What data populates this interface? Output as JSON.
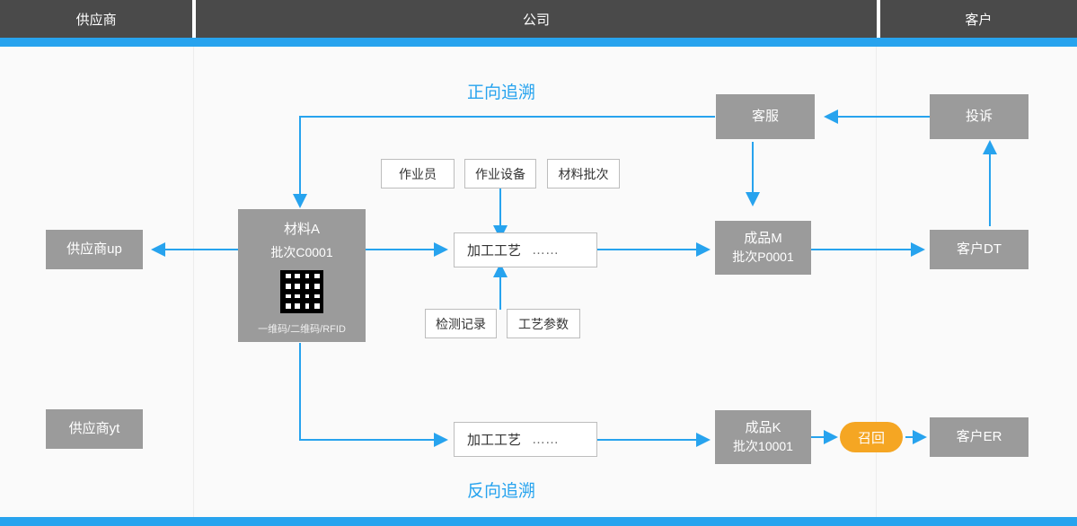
{
  "header": {
    "lanes": [
      {
        "label": "供应商"
      },
      {
        "label": "公司"
      },
      {
        "label": "客户"
      }
    ]
  },
  "captions": {
    "forward": "正向追溯",
    "reverse": "反向追溯"
  },
  "colors": {
    "accent_blue": "#27a3ee",
    "node_gray": "#9b9b9b",
    "header_gray": "#4a4a4a",
    "recall_orange": "#f5a623",
    "canvas": "#fafafa"
  },
  "nodes": {
    "supplier_up": {
      "label": "供应商up"
    },
    "supplier_yt": {
      "label": "供应商yt"
    },
    "material": {
      "title": "材料A",
      "batch": "批次C0001",
      "code_caption": "一维码/二维码/RFID",
      "qr_icon": "qr-code-icon"
    },
    "process_top": {
      "label": "加工工艺",
      "ellipsis": "……"
    },
    "process_bottom": {
      "label": "加工工艺",
      "ellipsis": "……"
    },
    "product_m": {
      "title": "成品M",
      "batch": "批次P0001"
    },
    "product_k": {
      "title": "成品K",
      "batch": "批次10001"
    },
    "customer_service": {
      "label": "客服"
    },
    "complaint": {
      "label": "投诉"
    },
    "customer_dt": {
      "label": "客户DT"
    },
    "customer_er": {
      "label": "客户ER"
    },
    "recall": {
      "label": "召回"
    }
  },
  "attributes_top": [
    {
      "label": "作业员"
    },
    {
      "label": "作业设备"
    },
    {
      "label": "材料批次"
    }
  ],
  "attributes_bottom": [
    {
      "label": "检测记录"
    },
    {
      "label": "工艺参数"
    }
  ]
}
